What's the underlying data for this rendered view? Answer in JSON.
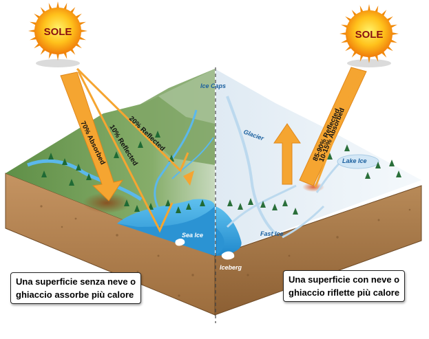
{
  "sun_left": {
    "label": "SOLE"
  },
  "sun_right": {
    "label": "SOLE"
  },
  "arrows_left": {
    "absorbed": "70% Absorbed",
    "reflected_10": "10% Reflected",
    "reflected_20": "20% Reflected"
  },
  "arrows_right": {
    "reflected": "85-90% Reflected",
    "absorbed": "10-15% Absorbed"
  },
  "places": {
    "ice_caps": "Ice Caps",
    "glacier": "Glacier",
    "lake_ice": "Lake Ice",
    "sea_ice": "Sea Ice",
    "fast_ice": "Fast Ice",
    "iceberg": "Iceberg"
  },
  "captions": {
    "left_line1": "Una superficie senza neve o",
    "left_line2": "ghiaccio assorbe più calore",
    "right_line1": "Una superficie con neve o",
    "right_line2": "ghiaccio riflette più calore"
  },
  "colors": {
    "land_green": "#6f9a55",
    "soil": "#b78a55",
    "ocean": "#39a6e0",
    "snow": "#eef5fb",
    "arrow_orange": "#f5a531"
  }
}
